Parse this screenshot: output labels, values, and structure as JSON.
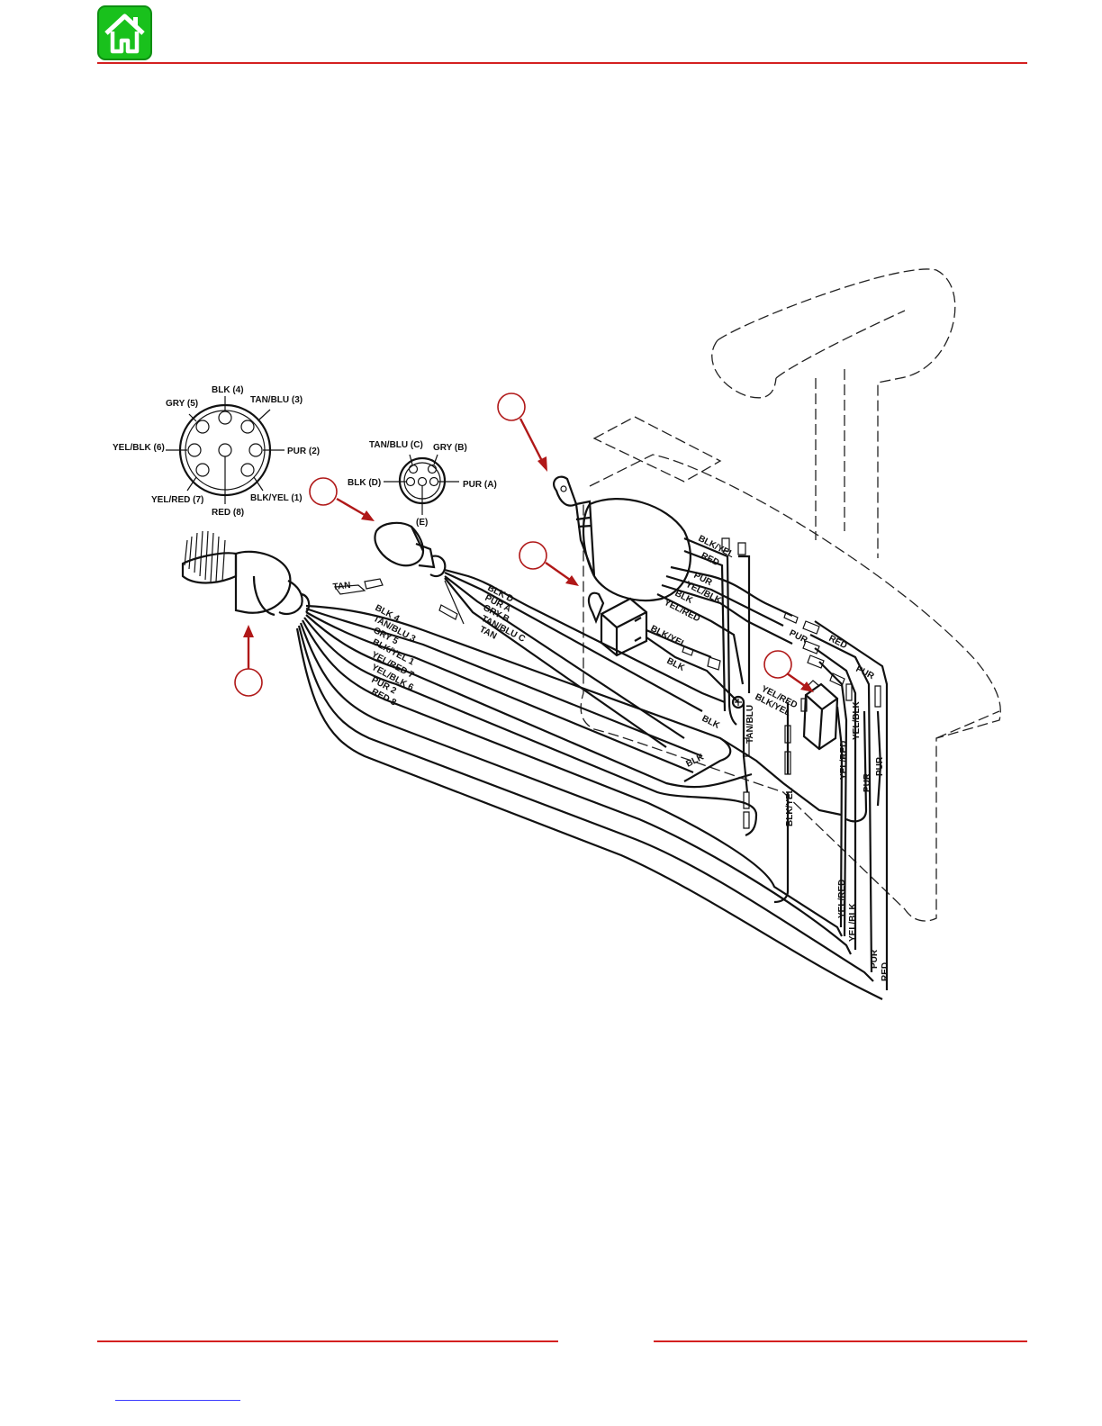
{
  "header": {
    "home_icon": "home-icon",
    "accent_color": "#d42020",
    "home_color": "#19c11c"
  },
  "connector8": {
    "pins": [
      "BLK (4)",
      "TAN/BLU (3)",
      "GRY (5)",
      "YEL/BLK (6)",
      "PUR (2)",
      "YEL/RED (7)",
      "BLK/YEL (1)",
      "RED (8)"
    ]
  },
  "connector5": {
    "pins": [
      "TAN/BLU (C)",
      "GRY (B)",
      "BLK (D)",
      "PUR (A)",
      "(E)"
    ]
  },
  "harness_labels": {
    "tan_lead": "TAN",
    "small_group": [
      "BLK D",
      "PUR A",
      "GRY B",
      "TAN/BLU C",
      "TAN"
    ],
    "main_group": [
      "BLK 4",
      "TAN/BLU 3",
      "GRY 5",
      "BLK/YEL 1",
      "YEL/RED 7",
      "YEL/BLK 6",
      "PUR 2",
      "RED 8"
    ],
    "key_switch": [
      "BLK/YEL",
      "RED",
      "PUR",
      "YEL/BLK",
      "BLK",
      "YEL/RED"
    ],
    "lanyard": [
      "BLK/YEL",
      "BLK"
    ],
    "neutral": [
      "YEL/RED",
      "BLK/YEL"
    ],
    "right_pins": [
      "RED",
      "PUR",
      "PUR"
    ],
    "vertical": [
      "TAN/BLU",
      "BLK/YEL",
      "YEL/RED",
      "YEL/BLK",
      "PUR",
      "PUR",
      "YEL/RED",
      "YEL/BLK",
      "PUR",
      "RED"
    ],
    "ground": [
      "BLK",
      "BLK"
    ]
  }
}
